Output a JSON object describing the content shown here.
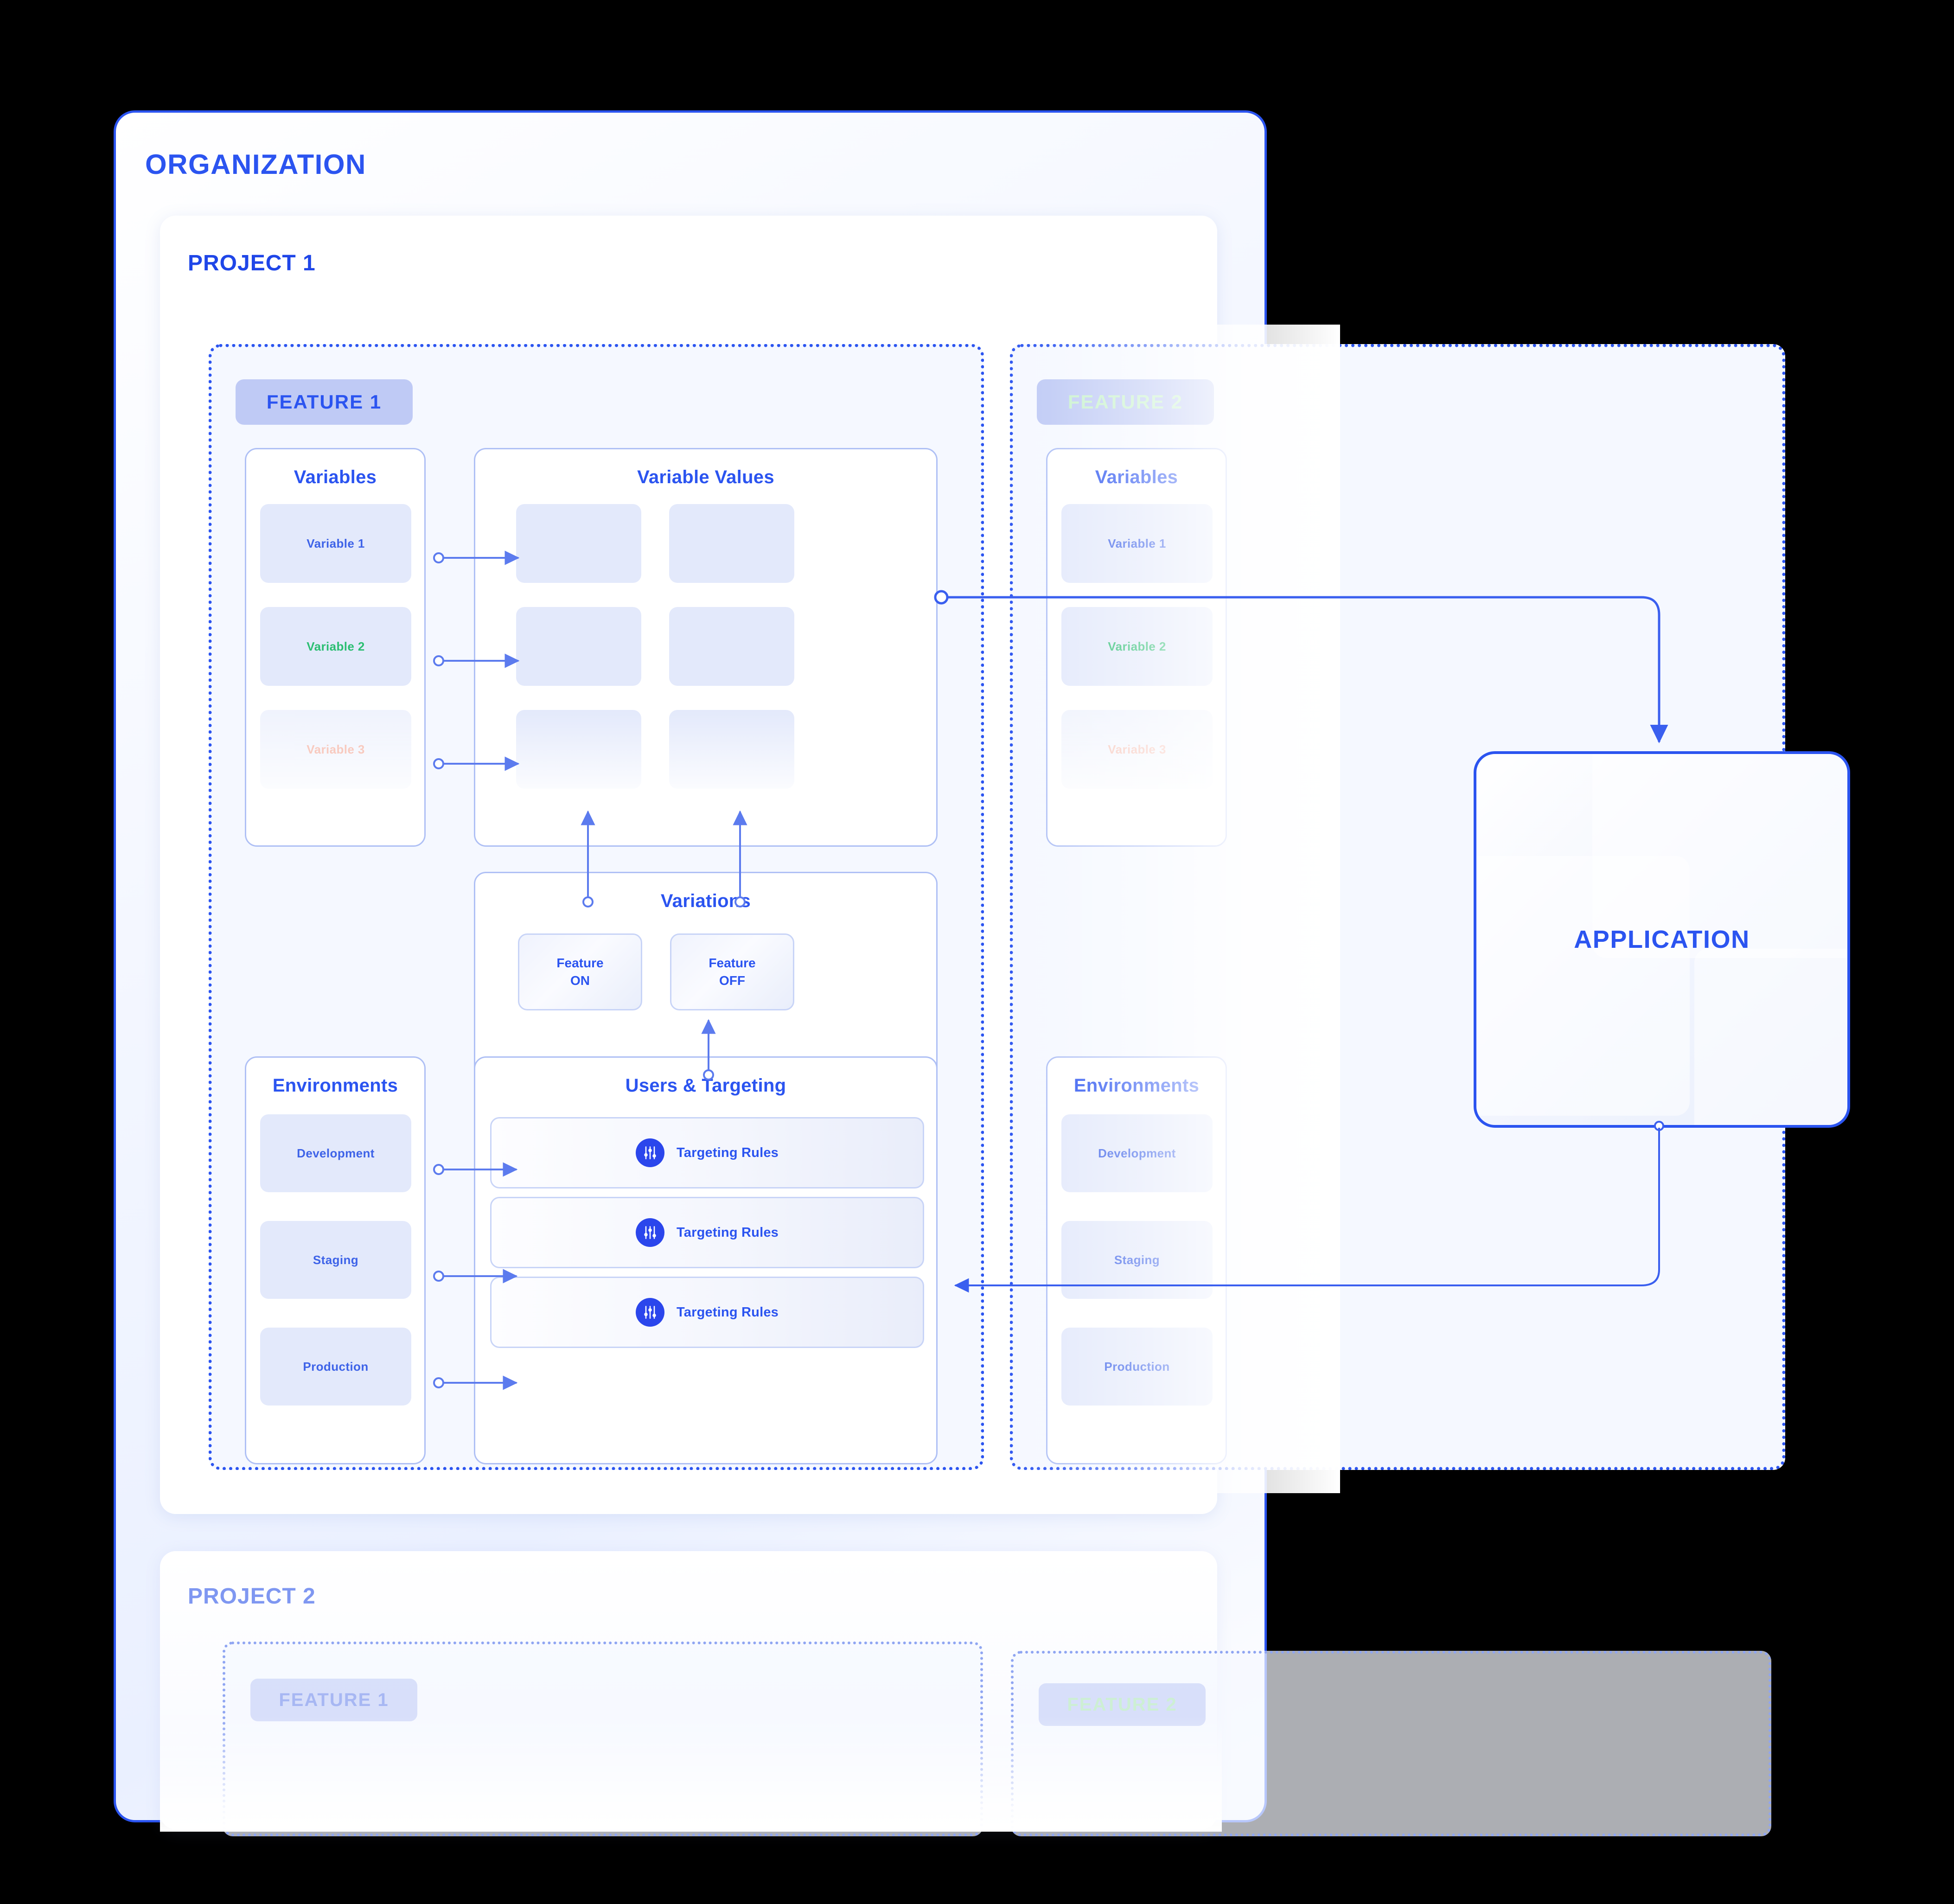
{
  "organization": {
    "title": "ORGANIZATION"
  },
  "project1": {
    "title": "PROJECT 1",
    "features": [
      {
        "badge": "FEATURE 1",
        "variables_panel": {
          "title": "Variables",
          "items": [
            {
              "label": "Variable 1",
              "color": "#3E63E8"
            },
            {
              "label": "Variable 2",
              "color": "#2BBE72"
            },
            {
              "label": "Variable 3",
              "color": "#F4A08C"
            }
          ]
        },
        "variable_values_panel": {
          "title": "Variable Values",
          "cell_count": 6
        },
        "variations_panel": {
          "title": "Variations",
          "options": [
            {
              "line1": "Feature",
              "line2": "ON"
            },
            {
              "line1": "Feature",
              "line2": "OFF"
            }
          ]
        },
        "environments_panel": {
          "title": "Environments",
          "items": [
            {
              "label": "Development"
            },
            {
              "label": "Staging"
            },
            {
              "label": "Production"
            }
          ]
        },
        "targeting_panel": {
          "title": "Users & Targeting",
          "rules": [
            {
              "label": "Targeting Rules",
              "icon": "sliders-icon"
            },
            {
              "label": "Targeting Rules",
              "icon": "sliders-icon"
            },
            {
              "label": "Targeting Rules",
              "icon": "sliders-icon"
            }
          ]
        }
      },
      {
        "badge": "FEATURE 2",
        "variables_panel": {
          "title": "Variables",
          "items": [
            {
              "label": "Variable 1",
              "color": "#3E63E8"
            },
            {
              "label": "Variable 2",
              "color": "#2BBE72"
            },
            {
              "label": "Variable 3",
              "color": "#F4A08C"
            }
          ]
        },
        "environments_panel": {
          "title": "Environments",
          "items": [
            {
              "label": "Development"
            },
            {
              "label": "Staging"
            },
            {
              "label": "Production"
            }
          ]
        }
      }
    ]
  },
  "project2": {
    "title": "PROJECT 2",
    "features": [
      {
        "badge": "FEATURE 1"
      },
      {
        "badge": "FEATURE 2"
      }
    ]
  },
  "application": {
    "title": "APPLICATION"
  },
  "colors": {
    "accent": "#2B54F0",
    "accent_dark": "#1F46E8",
    "chip_bg": "#E3E9FB",
    "badge_bg": "#BFCAF5",
    "panel_border": "#AFC0F5",
    "variable_green": "#2BBE72",
    "variable_salmon": "#F4A08C",
    "page_bg": "#000000"
  }
}
